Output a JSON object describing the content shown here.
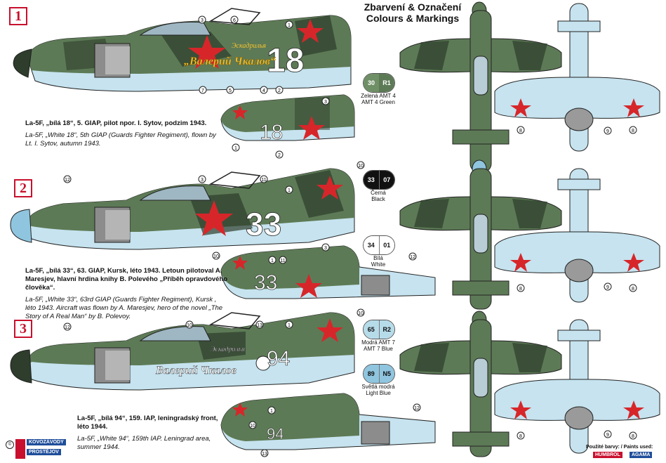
{
  "heading": {
    "line1": "Zbarvení & Označení",
    "line2": "Colours & Markings"
  },
  "versions": [
    {
      "badge": "1",
      "cz_title": "La-5F, „bílá 18“, 5. GIAP, pilot npor. I. Sytov, podzim 1943.",
      "en_title": "La-5F, „White 18“, 5th GIAP (Guards Fighter Regiment), flown by Lt. I. Sytov, autumn 1943.",
      "number": "18",
      "slogan_small": "Эскадрилья",
      "slogan": "„Валерий Чкалов“"
    },
    {
      "badge": "2",
      "cz_title": "La-5F, „bílá 33“, 63. GIAP, Kursk, léto 1943. Letoun pilotoval A. Maresjev, hlavní hrdina knihy B. Polevého",
      "cz_title2": "„Příběh opravdového člověka“.",
      "en_title": "La-5F, „White 33“, 63rd GIAP (Guards Fighter Regiment), Kursk , léto 1943. Aircraft was flown by A. Maresjev, hero of the novel „The Story of A Real Man“ by B. Polevoy.",
      "number": "33"
    },
    {
      "badge": "3",
      "cz_title": "La-5F, „bílá 94“, 159. IAP, leningradský front, léto 1944.",
      "en_title": "La-5F, „White 94“, 159th IAP. Leningrad area, summer 1944.",
      "number": "94",
      "slogan_small": "Эскадрилья",
      "slogan": "Валерий Чкалов"
    }
  ],
  "paints": [
    {
      "codes": [
        "30",
        "R1"
      ],
      "colors": [
        "#5d7a56",
        "#5d7a56"
      ],
      "label": "Zelená AMT 4\nAMT 4 Green",
      "cz": "Zelená AMT 4",
      "en": "AMT 4 Green"
    },
    {
      "codes": [
        "33",
        "07"
      ],
      "colors": [
        "#111111",
        "#111111"
      ],
      "cz": "Černá",
      "en": "Black"
    },
    {
      "codes": [
        "34",
        "01"
      ],
      "colors": [
        "#ffffff",
        "#ffffff"
      ],
      "cz": "Bílá",
      "en": "White"
    },
    {
      "codes": [
        "65",
        "R2"
      ],
      "colors": [
        "#b6dcea",
        "#b6dcea"
      ],
      "cz": "Modrá AMT 7",
      "en": "AMT 7 Blue"
    },
    {
      "codes": [
        "89",
        "N5"
      ],
      "colors": [
        "#8fc5df",
        "#8fc5df"
      ],
      "cz": "Světlá modrá",
      "en": "Light Blue"
    }
  ],
  "callouts": [
    "1",
    "2",
    "3",
    "4",
    "5",
    "6",
    "7",
    "8",
    "9",
    "10",
    "11",
    "12",
    "13"
  ],
  "footer": {
    "paints_used": "Použité barvy: / Paints used:",
    "brand1": "HUMBROL",
    "brand2": "AGAMA"
  },
  "logo": {
    "line1": "KOVOZÁVODY",
    "line2": "PROSTĚJOV"
  },
  "colors": {
    "green": "#4f6a47",
    "dark_green": "#2e3d2c",
    "light_blue": "#c6e3ef",
    "red": "#d7262a",
    "accent": "#c8102e"
  }
}
